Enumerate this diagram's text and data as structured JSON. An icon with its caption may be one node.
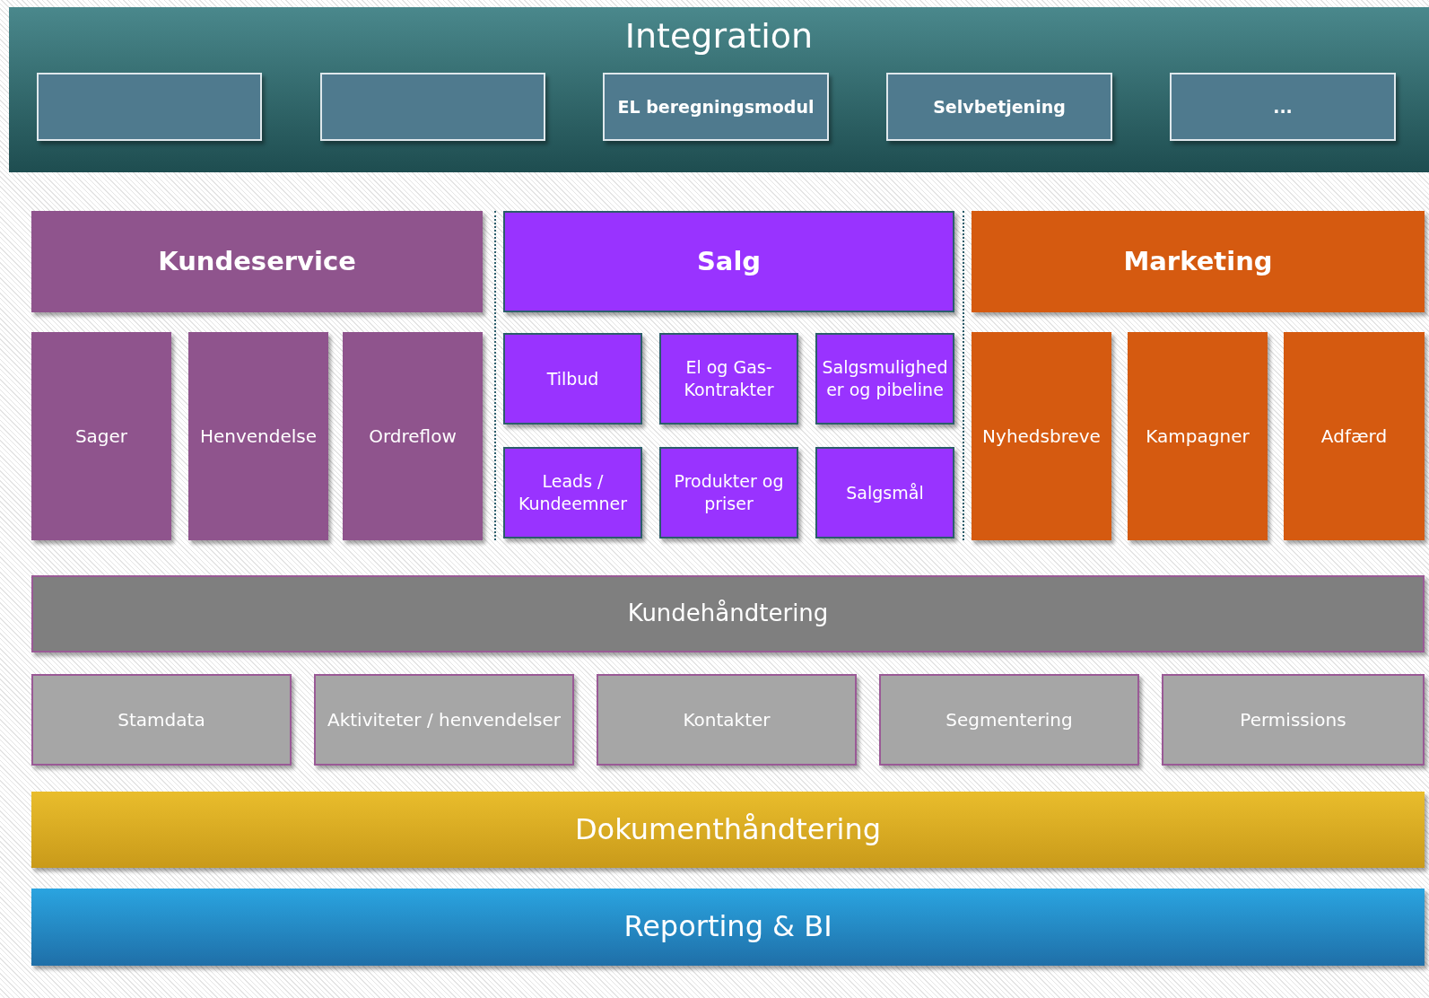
{
  "diagram": {
    "nodes": [
      {
        "text": [
          "Integration"
        ]
      },
      {
        "text": [],
        "shape": "box",
        "in": 0
      },
      {
        "text": [],
        "shape": "box",
        "in": 0
      },
      {
        "text": [
          "EL beregningsmodul"
        ],
        "in": 0
      },
      {
        "text": [
          "Selvbetjening"
        ],
        "in": 0
      },
      {
        "text": [
          "..."
        ],
        "in": 0
      },
      {
        "text": [
          "Kundeservice"
        ]
      },
      {
        "text": [
          "Salg"
        ]
      },
      {
        "text": [
          "Marketing"
        ]
      },
      {
        "text": [
          "Sager"
        ]
      },
      {
        "text": [
          "Henvendelse"
        ]
      },
      {
        "text": [
          "Ordreflow"
        ]
      },
      {
        "text": [
          "Tilbud"
        ]
      },
      {
        "text": [
          "El og Gas-Kontrakter"
        ]
      },
      {
        "text": [
          "Salgsmuligheder og pibeline"
        ]
      },
      {
        "text": [
          "Nyhedsbreve"
        ]
      },
      {
        "text": [
          "Kampagner"
        ]
      },
      {
        "text": [
          "Adfærd"
        ]
      },
      {
        "text": [
          "Leads / Kundeemner"
        ]
      },
      {
        "text": [
          "Produkter og priser"
        ]
      },
      {
        "text": [
          "Salgsmål"
        ]
      },
      {
        "text": [
          "Kundehåndtering"
        ]
      },
      {
        "text": [
          "Stamdata"
        ]
      },
      {
        "text": [
          "Aktiviteter / henvendelser"
        ]
      },
      {
        "text": [
          "Kontakter"
        ]
      },
      {
        "text": [
          "Segmentering"
        ]
      },
      {
        "text": [
          "Permissions"
        ]
      },
      {
        "text": [
          "Dokumenthåndtering"
        ]
      },
      {
        "text": [
          "Reporting & BI"
        ]
      }
    ]
  }
}
